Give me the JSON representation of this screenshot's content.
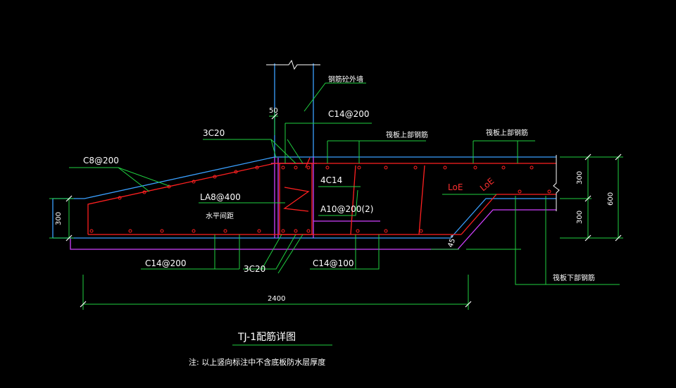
{
  "labels": {
    "wall": "钢筋砼外墙",
    "top_spacing": "C14@200",
    "dim_50": "50",
    "top_bars_3c20": "3C20",
    "raft_top_rebar_1": "筏板上部钢筋",
    "raft_top_rebar_2": "筏板上部钢筋",
    "slope_rebar": "C8@200",
    "bars_4c14": "4C14",
    "tie_la8": "LA8@400",
    "horizontal_spacing": "水平间距",
    "stirrup": "A10@200(2)",
    "loe": "LoE",
    "loe_diag": "LoE",
    "dim_300_left": "300",
    "dim_300_top": "300",
    "dim_300_bottom": "300",
    "dim_600": "600",
    "angle_45": "45°",
    "bottom_spacing_left": "C14@200",
    "bottom_bars_3c20": "3C20",
    "bottom_spacing_right": "C14@100",
    "raft_bottom_rebar": "筏板下部钢筋",
    "dim_2400": "2400"
  },
  "title": "TJ-1配筋详图",
  "note": "注: 以上竖向标注中不含底板防水层厚度",
  "colors": {
    "background": "#000000",
    "rebar": "#ff2020",
    "outline": "#3aa0ff",
    "waterproof": "#d040ff",
    "leader": "#20d040",
    "text": "#ffffff"
  }
}
